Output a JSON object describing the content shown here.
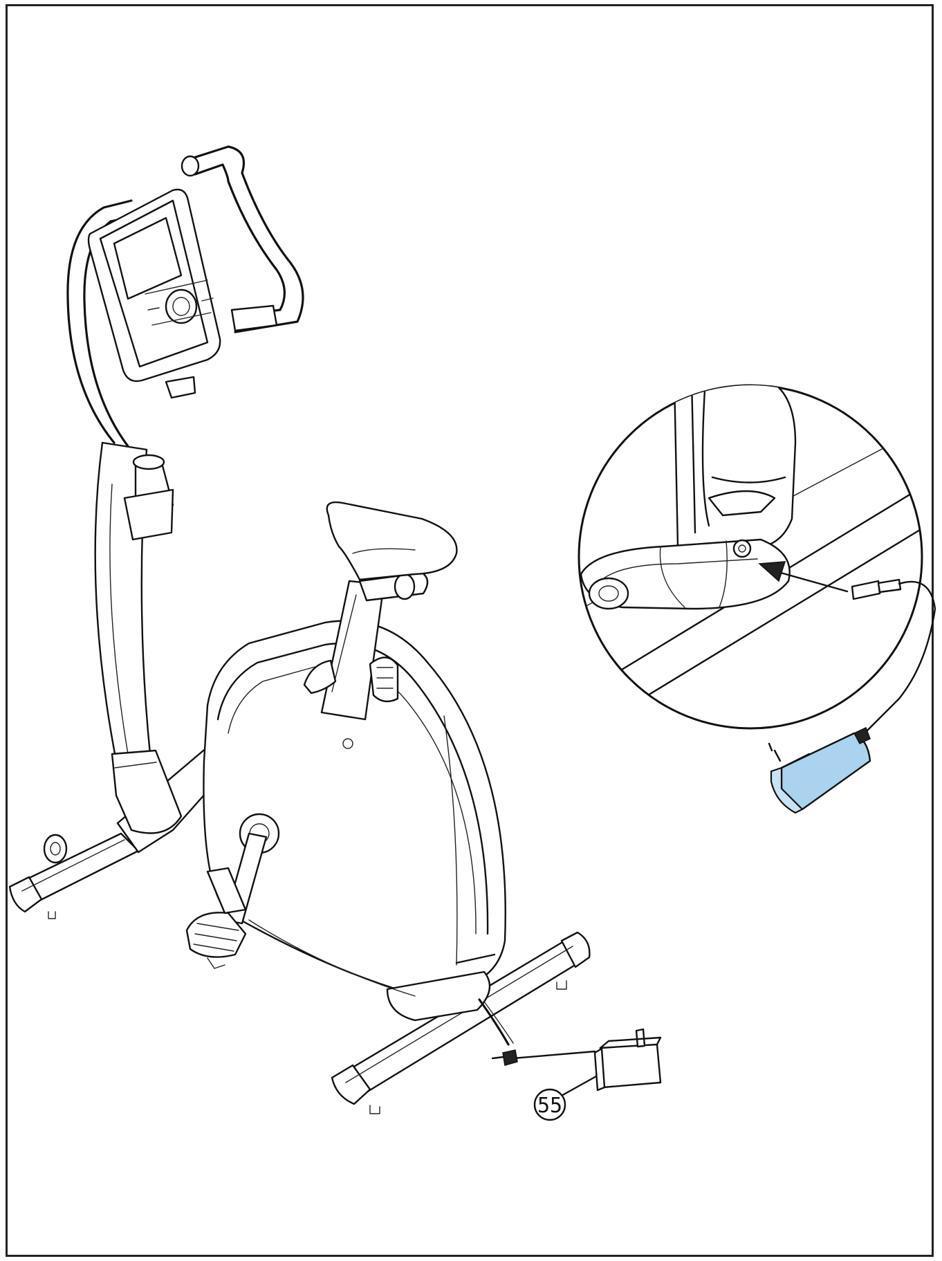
{
  "callouts": [
    {
      "label": "55"
    }
  ],
  "colors": {
    "line": "#111111",
    "adapter_highlight": "#a9d3ee",
    "background": "#ffffff"
  },
  "icons": [
    "exercise-bike-drawing",
    "power-adapter-icon",
    "dc-plug-icon",
    "detail-magnifier-circle",
    "insertion-arrow-icon"
  ]
}
